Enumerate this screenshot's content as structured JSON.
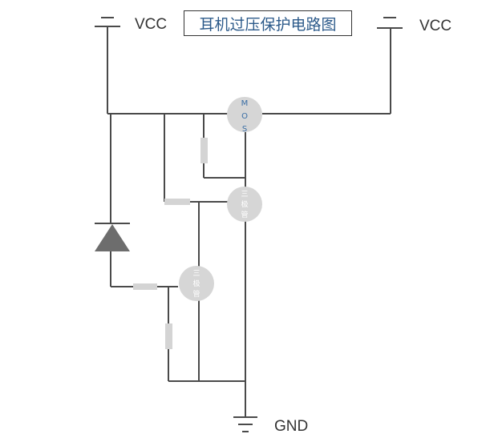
{
  "title": "耳机过压保护电路图",
  "labels": {
    "vcc_left": "VCC",
    "vcc_right": "VCC",
    "gnd": "GND"
  },
  "components": {
    "mos": {
      "letters": [
        "M",
        "O",
        "S"
      ]
    },
    "transistor_upper": {
      "text": [
        "三",
        "极",
        "管"
      ]
    },
    "transistor_lower": {
      "text": [
        "三",
        "极",
        "管"
      ]
    }
  },
  "colors": {
    "wire": "#4a4a4a",
    "component": "#d6d6d6",
    "diode": "#6d6d6d",
    "title_text": "#2c5a8a",
    "mos_text": "#3a6ea5"
  }
}
